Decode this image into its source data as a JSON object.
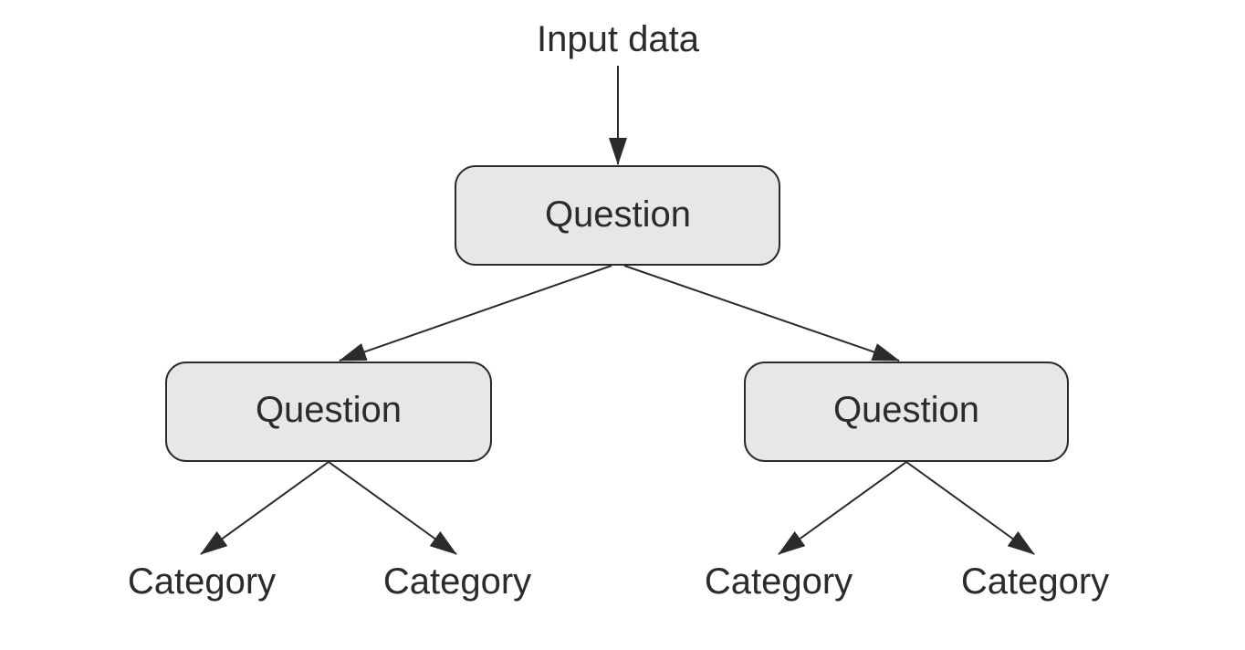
{
  "diagram": {
    "input_label": "Input data",
    "root": {
      "label": "Question"
    },
    "children": [
      {
        "label": "Question",
        "leaves": [
          "Category",
          "Category"
        ]
      },
      {
        "label": "Question",
        "leaves": [
          "Category",
          "Category"
        ]
      }
    ]
  }
}
